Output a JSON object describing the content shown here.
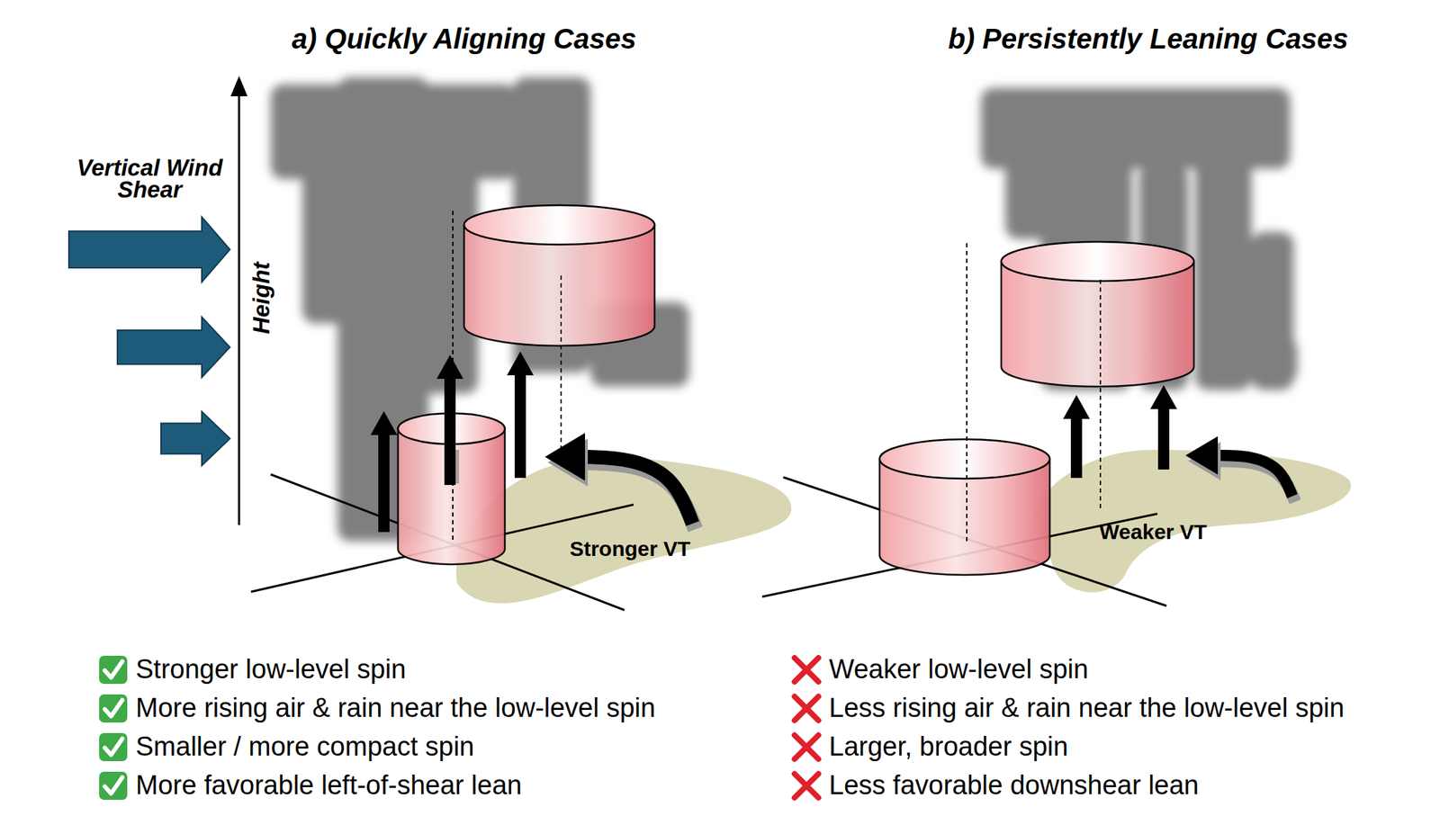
{
  "diagram": {
    "labels": [
      "a) Quickly Aligning Cases",
      "b) Persistently Leaning Cases",
      "Vertical Wind Shear",
      "Height",
      "Stronger VT",
      "Weaker VT",
      "Stronger low-level spin",
      "More rising air & rain near the low-level spin",
      "Smaller / more compact spin",
      "More favorable left-of-shear lean",
      "Weaker low-level spin",
      "Less rising air & rain near the low-level spin",
      "Larger, broader spin",
      "Less favorable downshear lean"
    ]
  }
}
